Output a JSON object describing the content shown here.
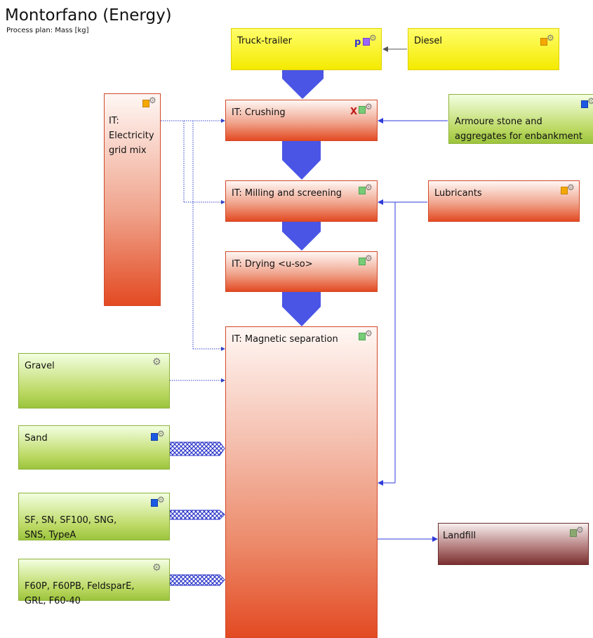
{
  "header": {
    "title": "Montorfano (Energy)",
    "subtitle": "Process plan: Mass [kg]"
  },
  "processes": {
    "truck_trailer": "Truck-trailer",
    "diesel": "Diesel",
    "electricity": "IT:\nElectricity\ngrid mix",
    "crushing": "IT: Crushing",
    "armoure": "Armoure stone and\naggregates for enbankment",
    "milling": "IT: Milling and screening",
    "lubricants": "Lubricants",
    "drying": "IT: Drying <u-so>",
    "magnetic": "IT: Magnetic separation",
    "gravel": "Gravel",
    "sand": "Sand",
    "sf_mix": "SF, SN, SF100, SNG,\nSNS, TypeA",
    "f60p_mix": "F60P, F60PB, FeldsparE,\nGRL, F60-40",
    "landfill": "Landfill"
  },
  "markers": {
    "param": "p",
    "excluded": "X",
    "gear": "⚙"
  },
  "colors": {
    "flow_blue": "#4a55e6",
    "arrow_blue": "#2f3bd9",
    "dotted_blue": "#3344cc"
  },
  "icons": {
    "output_icon": "gear-icon",
    "type_icon": "process-type-icon"
  }
}
